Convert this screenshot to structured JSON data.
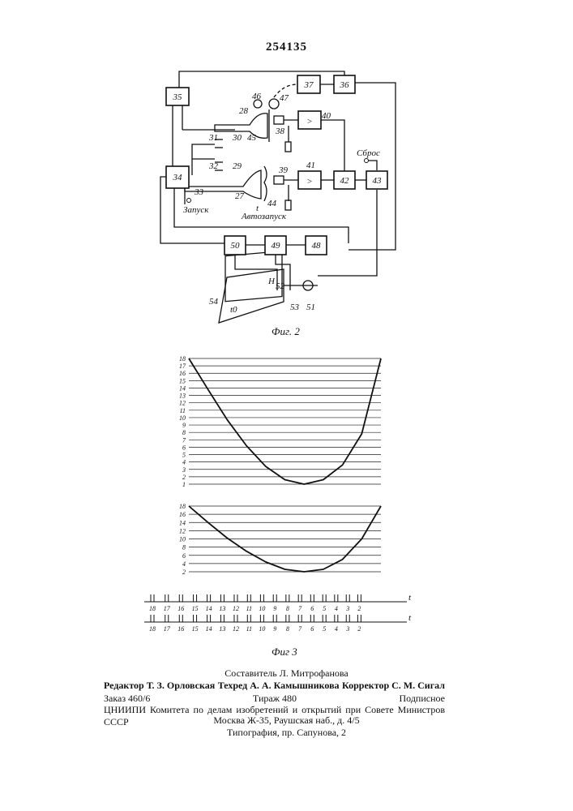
{
  "patent_number": "254135",
  "fig2": {
    "caption": "Фиг. 2",
    "blocks": [
      {
        "id": "b35",
        "label": "35"
      },
      {
        "id": "b37",
        "label": "37"
      },
      {
        "id": "b36",
        "label": "36"
      },
      {
        "id": "b34",
        "label": "34"
      },
      {
        "id": "b42",
        "label": "42"
      },
      {
        "id": "b43",
        "label": "43"
      },
      {
        "id": "b50",
        "label": "50"
      },
      {
        "id": "b49",
        "label": "49"
      },
      {
        "id": "b48",
        "label": "48"
      }
    ],
    "amplifier_symbol": ">",
    "labels": {
      "n46": "46",
      "n47": "47",
      "n28": "28",
      "n38": "38",
      "n40": "40",
      "n45": "45",
      "n31": "31",
      "n30": "30",
      "n32": "32",
      "n29": "29",
      "n39": "39",
      "n41": "41",
      "n33": "33",
      "n27": "27",
      "n44": "44",
      "n52": "52",
      "n53": "53",
      "n51": "51",
      "n54": "54",
      "t": "t",
      "t0": "t0",
      "H": "H"
    },
    "text_reset": "Сброс",
    "text_start": "Запуск",
    "text_autostart": "Автозапуск"
  },
  "fig3": {
    "caption": "Фиг 3",
    "chart_data": [
      {
        "type": "line",
        "y_ticks": [
          "1",
          "2",
          "3",
          "4",
          "5",
          "6",
          "7",
          "8",
          "9",
          "10",
          "11",
          "12",
          "13",
          "14",
          "15",
          "16",
          "17",
          "18"
        ],
        "ylim": [
          1,
          18
        ],
        "x": [
          0,
          0.1,
          0.2,
          0.3,
          0.4,
          0.5,
          0.6,
          0.7,
          0.8,
          0.9,
          1.0
        ],
        "values": [
          18,
          13.8,
          9.7,
          6.2,
          3.4,
          1.6,
          1.0,
          1.6,
          3.6,
          7.8,
          18
        ]
      },
      {
        "type": "line",
        "y_ticks": [
          "2",
          "4",
          "6",
          "8",
          "10",
          "12",
          "14",
          "16",
          "18"
        ],
        "ylim": [
          2,
          18
        ],
        "x": [
          0,
          0.1,
          0.2,
          0.3,
          0.4,
          0.5,
          0.6,
          0.7,
          0.8,
          0.9,
          1.0
        ],
        "values": [
          18,
          14.0,
          10.2,
          7.0,
          4.4,
          2.6,
          2.0,
          2.6,
          5.0,
          10.0,
          18
        ]
      }
    ],
    "pulse_rows": [
      {
        "labels": [
          "18",
          "17",
          "16",
          "15",
          "14",
          "13",
          "12",
          "11",
          "10",
          "9",
          "8",
          "7",
          "6",
          "5",
          "4",
          "3",
          "2"
        ],
        "axis": "t"
      },
      {
        "labels": [
          "18",
          "17",
          "16",
          "15",
          "14",
          "13",
          "12",
          "11",
          "10",
          "9",
          "8",
          "7",
          "6",
          "5",
          "4",
          "3",
          "2"
        ],
        "axis": "t"
      }
    ]
  },
  "footer": {
    "compiler": "Составитель Л. Митрофанова",
    "editor": "Редактор Т. З. Орловская",
    "techeditor": "Техред А. А. Камышникова",
    "corrector": "Корректор С. М. Сигал",
    "order": "Заказ 460/6",
    "circulation": "Тираж 480",
    "subscription": "Подписное",
    "publisher": "ЦНИИПИ Комитета по делам изобретений и открытий при Совете Министров СССР",
    "address": "Москва Ж-35, Раушская наб., д. 4/5",
    "printer": "Типография, пр. Сапунова, 2"
  }
}
